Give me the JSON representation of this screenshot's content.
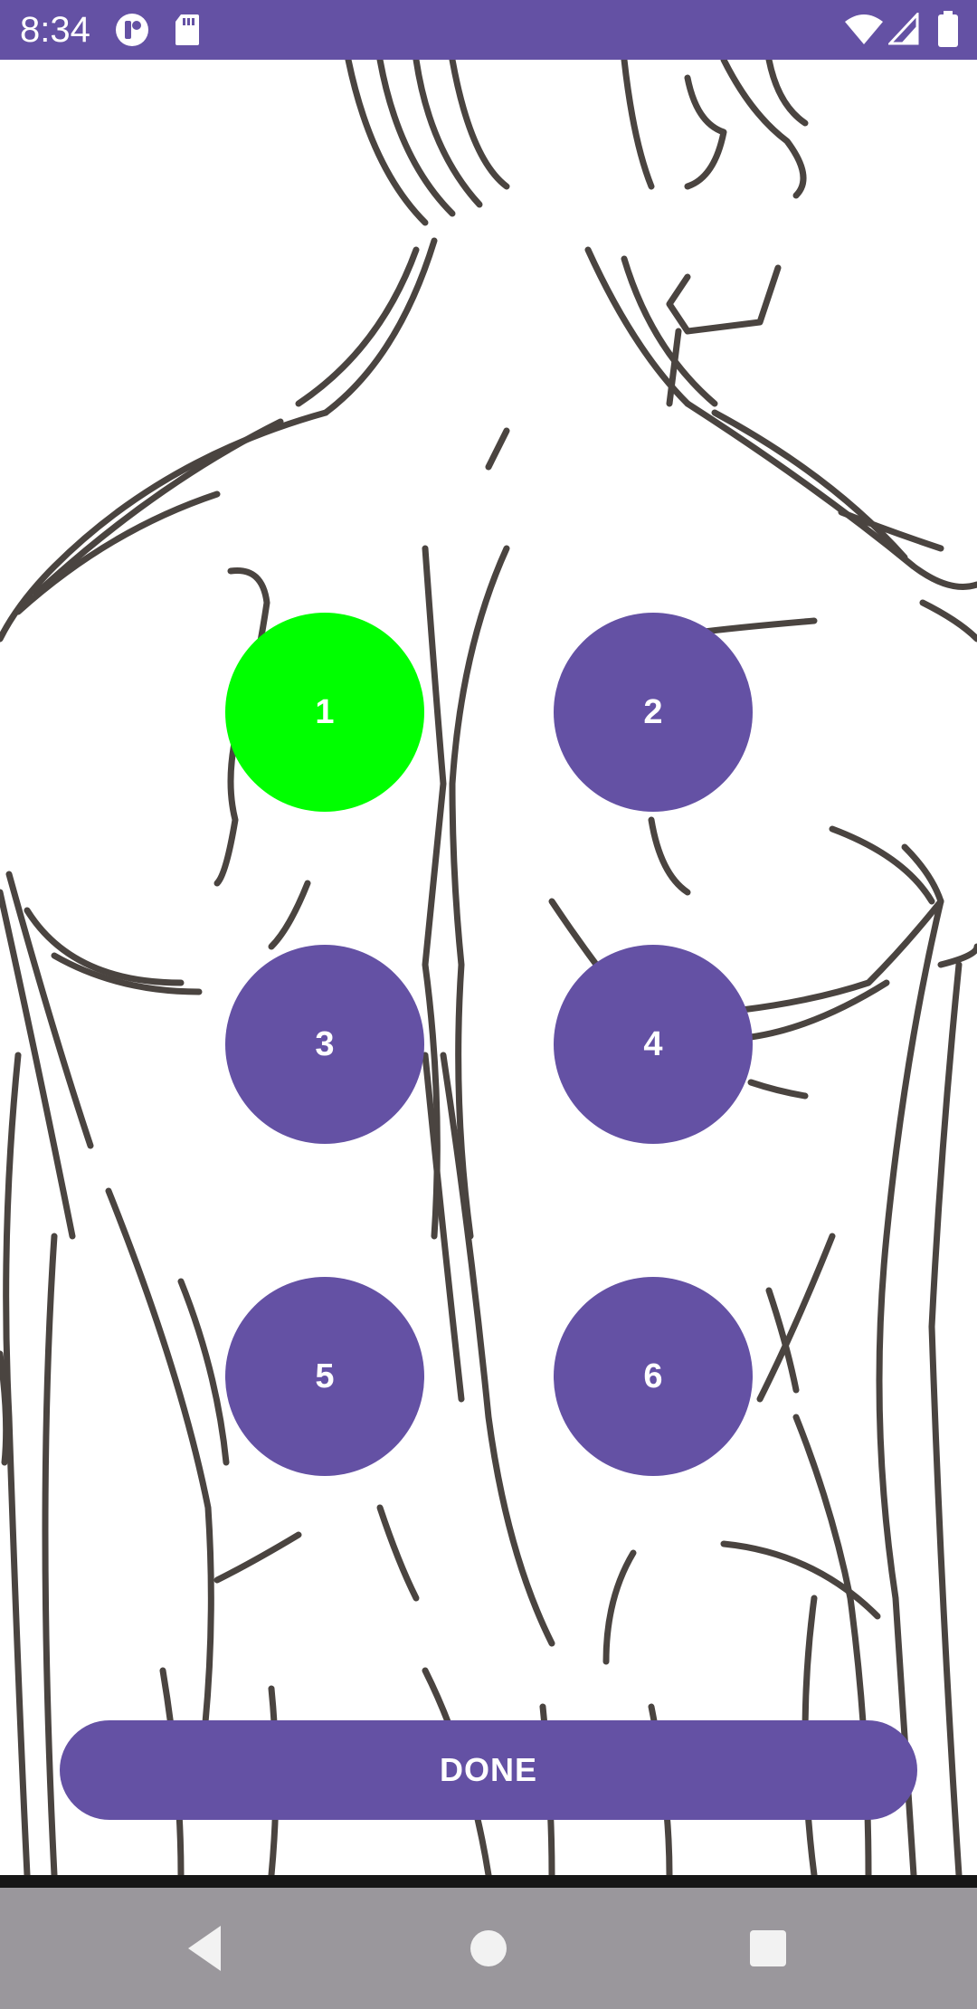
{
  "status_bar": {
    "time": "8:34",
    "color": "#6451a4",
    "left_icons": [
      "app-notification-icon",
      "sd-card-icon"
    ],
    "right_icons": [
      "wifi-icon",
      "cell-signal-icon",
      "battery-icon"
    ]
  },
  "background": {
    "image": "back-anatomy-drawing"
  },
  "points": [
    {
      "label": "1",
      "state": "selected",
      "color": "#00ff00"
    },
    {
      "label": "2",
      "state": "default",
      "color": "#6451a4"
    },
    {
      "label": "3",
      "state": "default",
      "color": "#6451a4"
    },
    {
      "label": "4",
      "state": "default",
      "color": "#6451a4"
    },
    {
      "label": "5",
      "state": "default",
      "color": "#6451a4"
    },
    {
      "label": "6",
      "state": "default",
      "color": "#6451a4"
    }
  ],
  "done_button": {
    "label": "DONE",
    "color": "#6451a4"
  },
  "nav_bar": {
    "buttons": [
      "back-icon",
      "home-icon",
      "recents-icon"
    ],
    "color": "#9a979c"
  }
}
